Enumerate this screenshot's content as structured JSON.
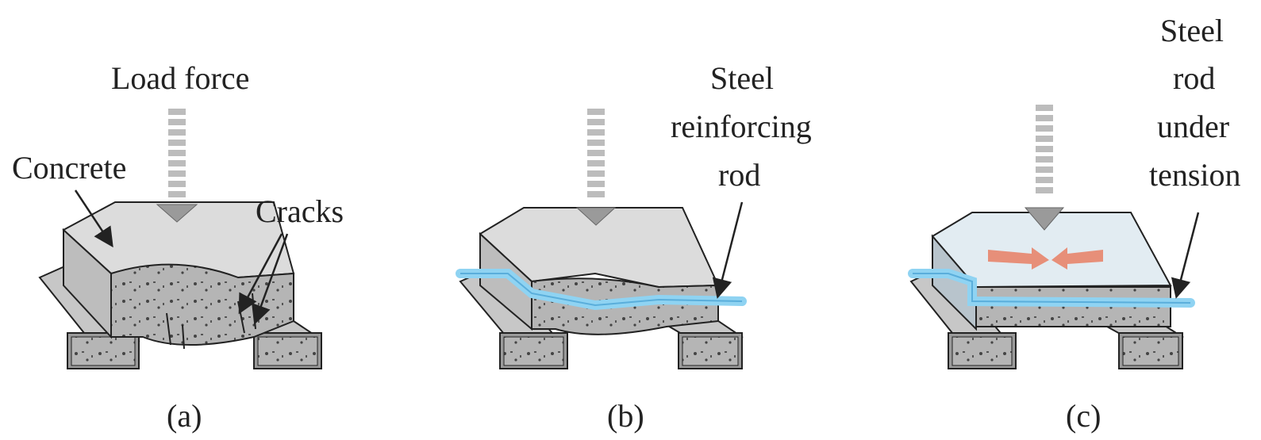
{
  "panels": [
    {
      "id": "a",
      "caption": "(a)",
      "labels": {
        "load": "Load force",
        "concrete": "Concrete",
        "cracks": "Cracks"
      }
    },
    {
      "id": "b",
      "caption": "(b)",
      "labels": {
        "rod": [
          "Steel",
          "reinforcing",
          "rod"
        ]
      }
    },
    {
      "id": "c",
      "caption": "(c)",
      "labels": {
        "rod": [
          "Steel",
          "rod",
          "under",
          "tension"
        ]
      }
    }
  ],
  "colors": {
    "concrete_top": "#d9d9d9",
    "concrete_side": "#a9a9a9",
    "concrete_dark": "#7f7f7f",
    "rod": "#8fd3f2",
    "tension_arrow": "#e8785a",
    "line": "#222222"
  }
}
